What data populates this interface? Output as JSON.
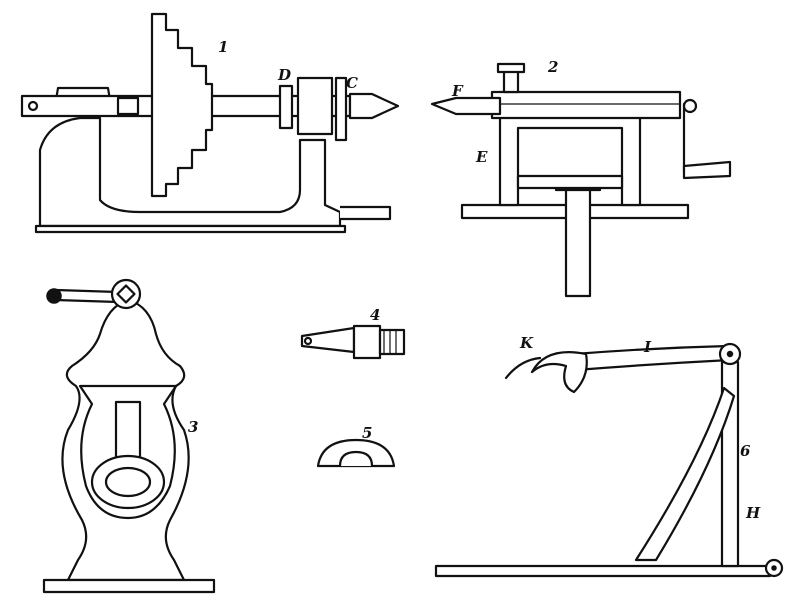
{
  "figures": {
    "fig1": {
      "number": "1",
      "label_d": "D",
      "label_c": "C"
    },
    "fig2": {
      "number": "2",
      "label_f": "F",
      "label_e": "E"
    },
    "fig3": {
      "number": "3"
    },
    "fig4": {
      "number": "4"
    },
    "fig5": {
      "number": "5"
    },
    "fig6": {
      "number": "6",
      "label_k": "K",
      "label_i": "I",
      "label_h": "H"
    }
  },
  "colors": {
    "ink": "#111111",
    "paper": "#ffffff"
  }
}
